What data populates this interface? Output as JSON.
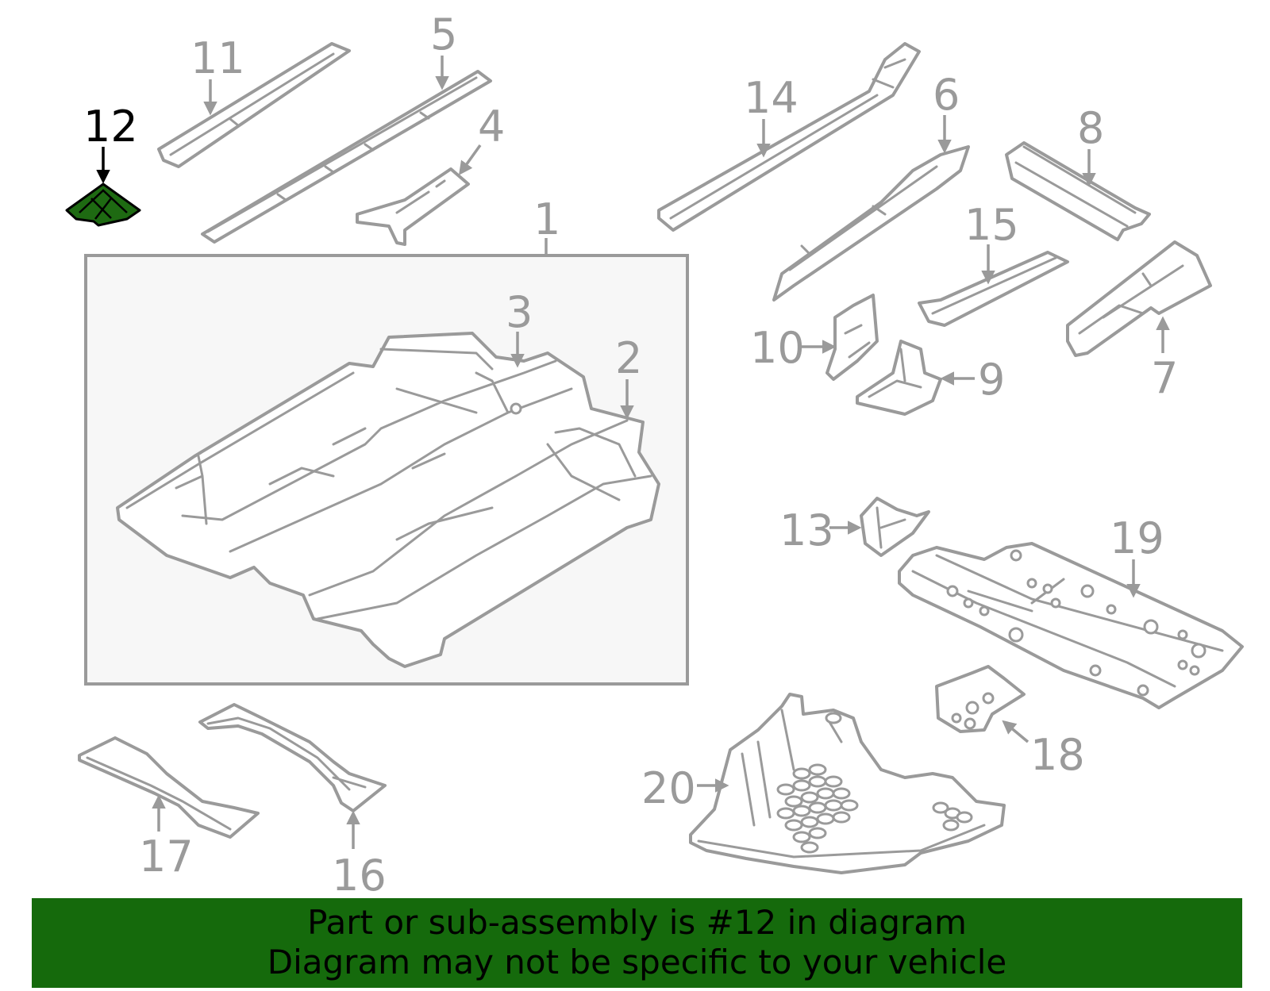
{
  "diagram": {
    "selected_part": "12",
    "colors": {
      "highlight": "#1e6a12",
      "banner": "#156a0c",
      "lines": "#9a9a9a",
      "selected_label": "#000000"
    },
    "callouts": [
      {
        "id": "c1",
        "label": "1"
      },
      {
        "id": "c2",
        "label": "2"
      },
      {
        "id": "c3",
        "label": "3"
      },
      {
        "id": "c4",
        "label": "4"
      },
      {
        "id": "c5",
        "label": "5"
      },
      {
        "id": "c6",
        "label": "6"
      },
      {
        "id": "c7",
        "label": "7"
      },
      {
        "id": "c8",
        "label": "8"
      },
      {
        "id": "c9",
        "label": "9"
      },
      {
        "id": "c10",
        "label": "10"
      },
      {
        "id": "c11",
        "label": "11"
      },
      {
        "id": "c12",
        "label": "12"
      },
      {
        "id": "c13",
        "label": "13"
      },
      {
        "id": "c14",
        "label": "14"
      },
      {
        "id": "c15",
        "label": "15"
      },
      {
        "id": "c16",
        "label": "16"
      },
      {
        "id": "c17",
        "label": "17"
      },
      {
        "id": "c18",
        "label": "18"
      },
      {
        "id": "c19",
        "label": "19"
      },
      {
        "id": "c20",
        "label": "20"
      }
    ]
  },
  "banner": {
    "line1": "Part or sub-assembly is #12 in diagram",
    "line2": "Diagram may not be specific to your vehicle"
  }
}
